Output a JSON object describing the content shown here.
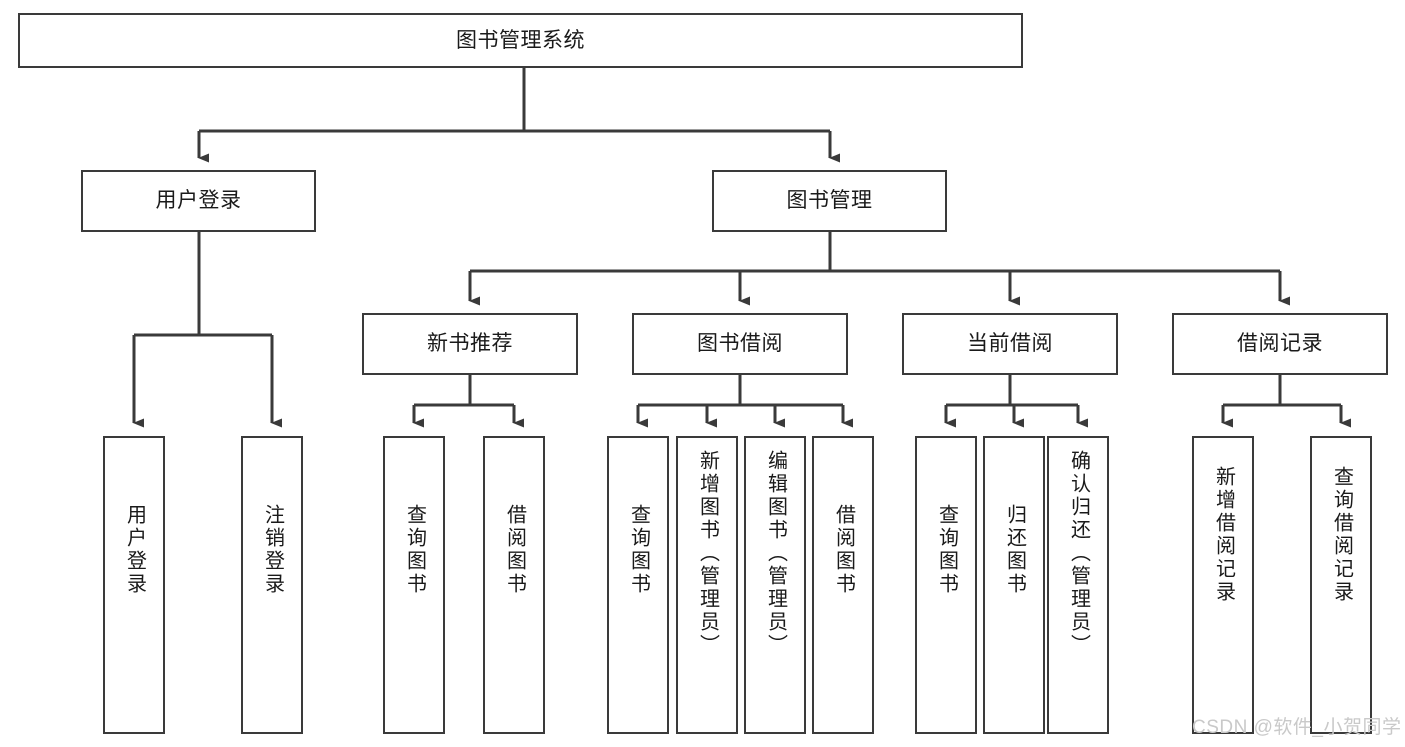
{
  "diagram": {
    "type": "tree-hierarchy",
    "title": "图书管理系统",
    "root": {
      "id": "root",
      "label": "图书管理系统"
    },
    "level2": [
      {
        "id": "user-login",
        "label": "用户登录"
      },
      {
        "id": "book-manage",
        "label": "图书管理"
      }
    ],
    "level3": [
      {
        "id": "new-book-recommend",
        "label": "新书推荐",
        "parent": "book-manage"
      },
      {
        "id": "book-borrow",
        "label": "图书借阅",
        "parent": "book-manage"
      },
      {
        "id": "current-borrow",
        "label": "当前借阅",
        "parent": "book-manage"
      },
      {
        "id": "borrow-record",
        "label": "借阅记录",
        "parent": "book-manage"
      }
    ],
    "leaves": [
      {
        "id": "leaf-user-login",
        "label": "用户登录",
        "parent": "user-login"
      },
      {
        "id": "leaf-logout-login",
        "label": "注销登录",
        "parent": "user-login"
      },
      {
        "id": "leaf-query-book-1",
        "label": "查询图书",
        "parent": "new-book-recommend"
      },
      {
        "id": "leaf-borrow-book-1",
        "label": "借阅图书",
        "parent": "new-book-recommend"
      },
      {
        "id": "leaf-query-book-2",
        "label": "查询图书",
        "parent": "book-borrow"
      },
      {
        "id": "leaf-add-book",
        "label": "新增图书（管理员）",
        "parent": "book-borrow"
      },
      {
        "id": "leaf-edit-book",
        "label": "编辑图书（管理员）",
        "parent": "book-borrow"
      },
      {
        "id": "leaf-borrow-book-2",
        "label": "借阅图书",
        "parent": "book-borrow"
      },
      {
        "id": "leaf-query-book-3",
        "label": "查询图书",
        "parent": "current-borrow"
      },
      {
        "id": "leaf-return-book",
        "label": "归还图书",
        "parent": "current-borrow"
      },
      {
        "id": "leaf-confirm-return",
        "label": "确认归还（管理员）",
        "parent": "current-borrow"
      },
      {
        "id": "leaf-add-record",
        "label": "新增借阅记录",
        "parent": "borrow-record"
      },
      {
        "id": "leaf-query-record",
        "label": "查询借阅记录",
        "parent": "borrow-record"
      }
    ],
    "watermark": "CSDN @软件_小贺同学",
    "colors": {
      "stroke": "#3a3a3a",
      "background": "#ffffff",
      "text": "#1a1a1a",
      "watermark": "#c9c9c9"
    }
  }
}
